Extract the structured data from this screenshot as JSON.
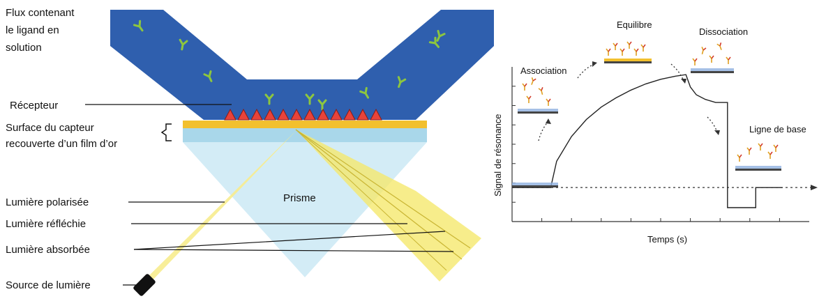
{
  "left_diagram": {
    "labels": {
      "flux_line1": "Flux contenant",
      "flux_line2": "le ligand en",
      "flux_line3": "solution",
      "recepteur": "Récepteur",
      "surface_line1": "Surface du capteur",
      "surface_line2": "recouverte d’un film d’or",
      "prisme": "Prisme",
      "lumiere_polarisee": "Lumière polarisée",
      "lumiere_reflechie": "Lumière réfléchie",
      "lumiere_absorbee": "Lumière absorbée",
      "source": "Source de lumière"
    },
    "colors": {
      "channel": "#2f5fae",
      "ligand": "#8dc63f",
      "receptor": "#e8433a",
      "gold": "#f2c02e",
      "substrate": "#a9d7ea",
      "prism": "#d3ecf6",
      "light": "#f7ec8e"
    }
  },
  "right_chart": {
    "phases": {
      "association": "Association",
      "equilibre": "Equilibre",
      "dissociation": "Dissociation",
      "ligne_de_base": "Ligne de base"
    },
    "xlabel": "Temps (s)",
    "ylabel": "Signal de résonance"
  },
  "chart_data": {
    "type": "line",
    "title": "",
    "xlabel": "Temps (s)",
    "ylabel": "Signal de résonance",
    "xlim": [
      0,
      10
    ],
    "ylim": [
      0,
      10
    ],
    "series": [
      {
        "x": [
          0,
          1.3,
          1.5,
          2.0,
          2.5,
          3.0,
          3.5,
          4.0,
          4.5,
          5.0,
          5.5,
          5.85,
          6.0,
          6.2,
          6.5,
          6.85,
          7.25,
          7.25,
          8.2,
          8.2,
          9.1
        ],
        "y": [
          2.2,
          2.2,
          3.9,
          5.5,
          6.6,
          7.4,
          8.0,
          8.5,
          8.9,
          9.2,
          9.4,
          9.5,
          8.7,
          8.2,
          7.9,
          7.7,
          7.7,
          0.9,
          0.9,
          2.2,
          2.2
        ]
      }
    ],
    "baseline": 2.2
  }
}
